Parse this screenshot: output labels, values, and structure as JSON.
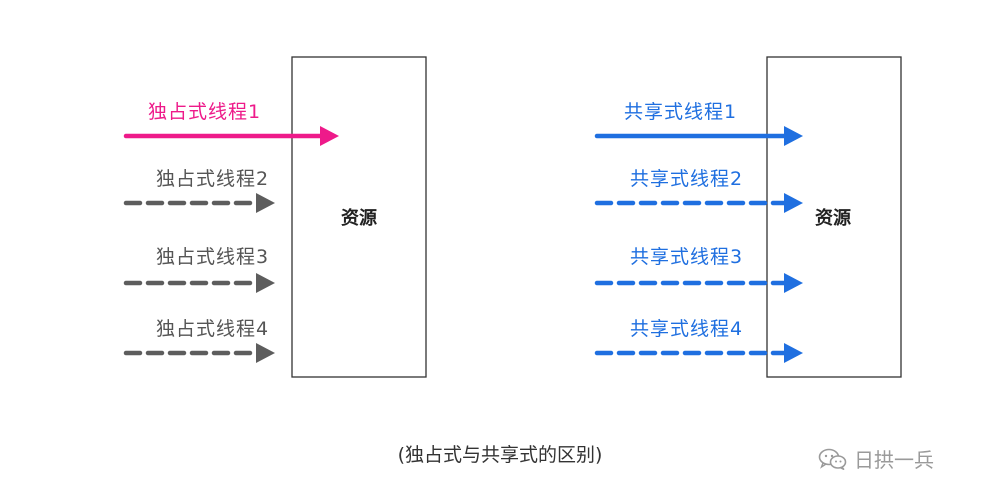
{
  "left_panel": {
    "resource_label": "资源",
    "threads": [
      {
        "label": "独占式线程1",
        "style": "solid"
      },
      {
        "label": "独占式线程2",
        "style": "dashed"
      },
      {
        "label": "独占式线程3",
        "style": "dashed"
      },
      {
        "label": "独占式线程4",
        "style": "dashed"
      }
    ]
  },
  "right_panel": {
    "resource_label": "资源",
    "threads": [
      {
        "label": "共享式线程1",
        "style": "solid"
      },
      {
        "label": "共享式线程2",
        "style": "dashed"
      },
      {
        "label": "共享式线程3",
        "style": "dashed"
      },
      {
        "label": "共享式线程4",
        "style": "dashed"
      }
    ]
  },
  "caption": "(独占式与共享式的区别)",
  "watermark": {
    "text": "日拱一兵",
    "icon": "wechat-icon"
  },
  "colors": {
    "exclusive_active": "#ee1a8a",
    "exclusive_waiting": "#5d5d5d",
    "shared": "#1f6fe0",
    "box_stroke": "#333333"
  }
}
